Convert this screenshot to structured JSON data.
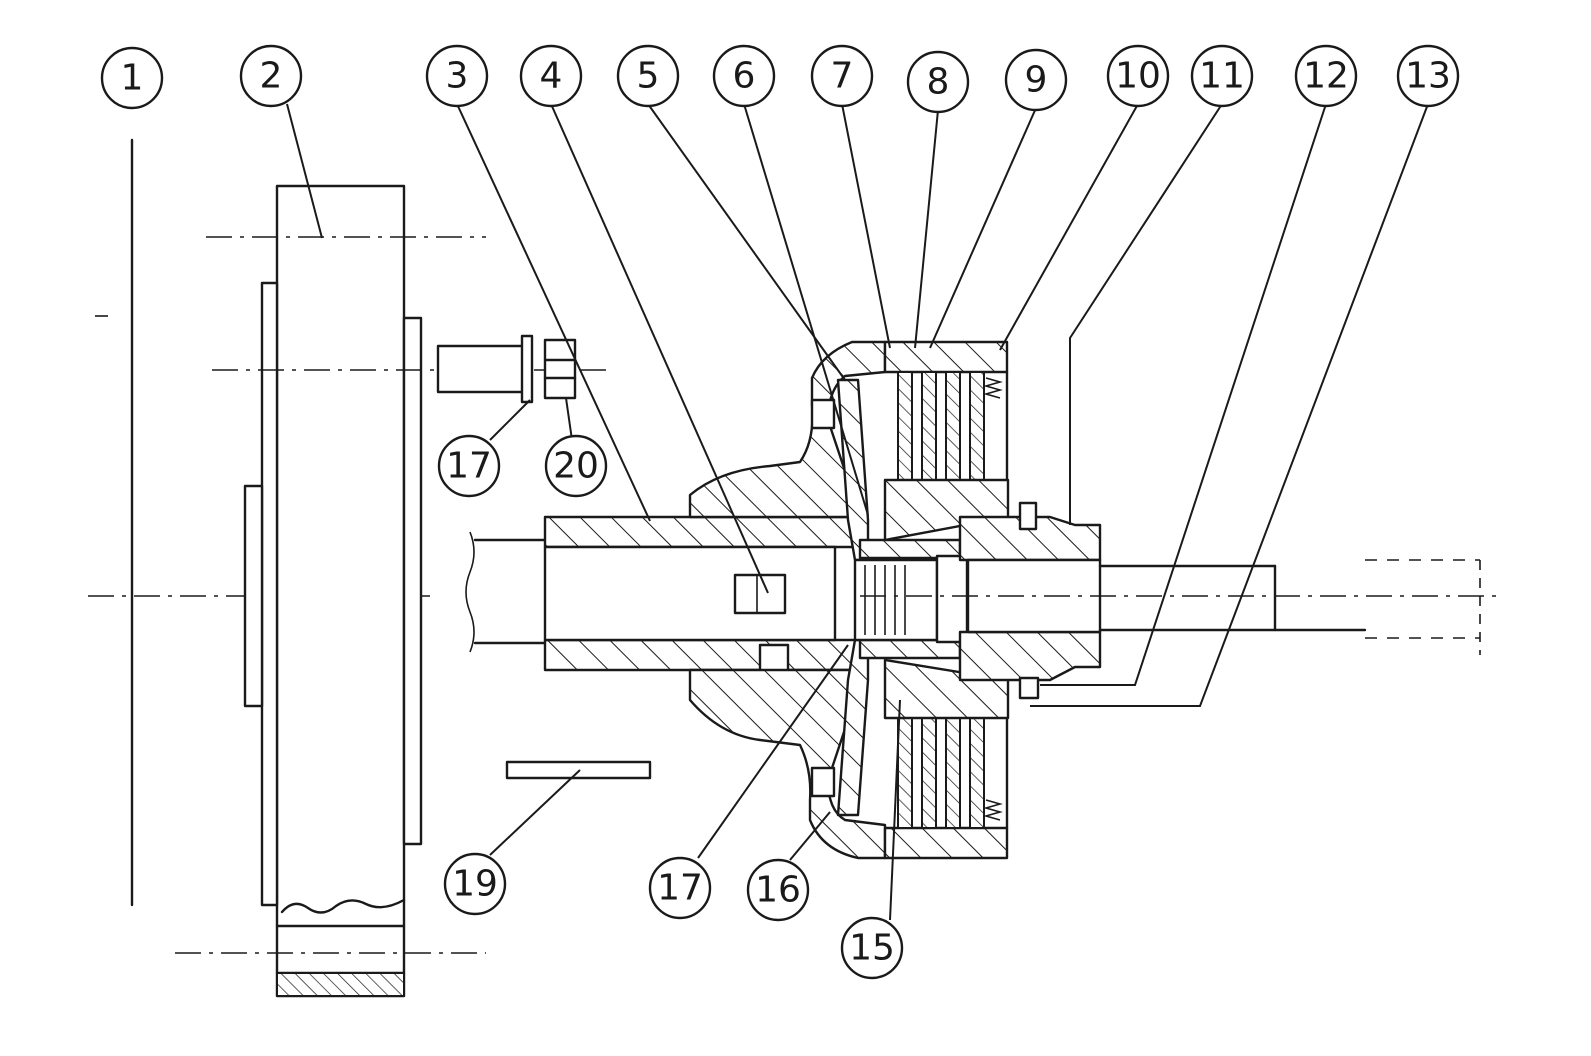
{
  "callouts": [
    {
      "id": "c1",
      "label": "1"
    },
    {
      "id": "c2",
      "label": "2"
    },
    {
      "id": "c3",
      "label": "3"
    },
    {
      "id": "c4",
      "label": "4"
    },
    {
      "id": "c5",
      "label": "5"
    },
    {
      "id": "c6",
      "label": "6"
    },
    {
      "id": "c7",
      "label": "7"
    },
    {
      "id": "c8",
      "label": "8"
    },
    {
      "id": "c9",
      "label": "9"
    },
    {
      "id": "c10",
      "label": "10"
    },
    {
      "id": "c11",
      "label": "11"
    },
    {
      "id": "c12",
      "label": "12"
    },
    {
      "id": "c13",
      "label": "13"
    },
    {
      "id": "c15",
      "label": "15"
    },
    {
      "id": "c16",
      "label": "16"
    },
    {
      "id": "c17a",
      "label": "17"
    },
    {
      "id": "c17b",
      "label": "17"
    },
    {
      "id": "c19",
      "label": "19"
    },
    {
      "id": "c20",
      "label": "20"
    }
  ],
  "colors": {
    "ink": "#1a1a1a",
    "paper": "#ffffff"
  }
}
